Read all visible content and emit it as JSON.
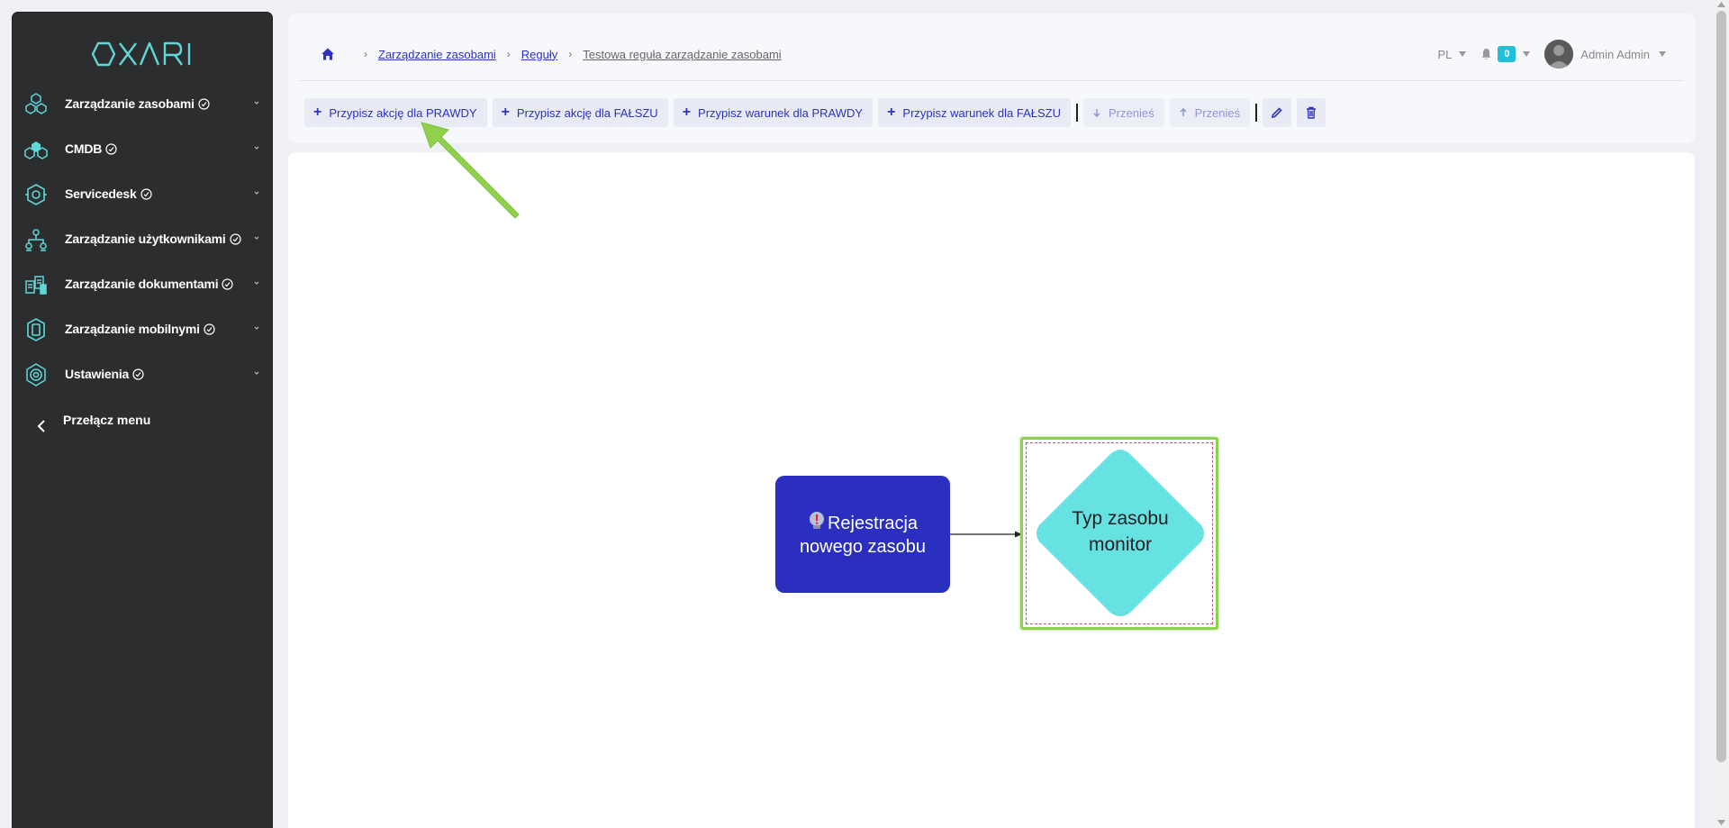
{
  "app": {
    "logo_text": "OXARI"
  },
  "sidebar": {
    "items": [
      {
        "label": "Zarządzanie zasobami",
        "icon": "hexagon-network-icon"
      },
      {
        "label": "CMDB",
        "icon": "cubes-icon"
      },
      {
        "label": "Servicedesk",
        "icon": "headset-icon"
      },
      {
        "label": "Zarządzanie użytkownikami",
        "icon": "users-tree-icon"
      },
      {
        "label": "Zarządzanie dokumentami",
        "icon": "documents-icon"
      },
      {
        "label": "Zarządzanie mobilnymi",
        "icon": "mobile-icon"
      },
      {
        "label": "Ustawienia",
        "icon": "gear-icon"
      }
    ],
    "toggle_label": "Przełącz menu"
  },
  "breadcrumb": {
    "items": [
      "Zarządzanie zasobami",
      "Reguły"
    ],
    "current": "Testowa reguła zarządzanie zasobami"
  },
  "topbar": {
    "language": "PL",
    "notifications_count": "0",
    "user_name": "Admin Admin"
  },
  "toolbar": {
    "assign_action_true": "Przypisz akcję dla PRAWDY",
    "assign_action_false": "Przypisz akcję dla FAŁSZU",
    "assign_condition_true": "Przypisz warunek dla PRAWDY",
    "assign_condition_false": "Przypisz warunek dla FAŁSZU",
    "move_down": "Przenieś",
    "move_up": "Przenieś"
  },
  "flow": {
    "start_node": {
      "line1": "Rejestracja",
      "line2": "nowego zasobu"
    },
    "condition_node": {
      "line1": "Typ zasobu",
      "line2": "monitor"
    }
  },
  "colors": {
    "sidebar_bg": "#2b2d2f",
    "accent_teal": "#5ed8d8",
    "primary_blue": "#2a33c4",
    "start_node": "#2a2fc0",
    "condition_node": "#66e2e2",
    "selection": "#8bd14a",
    "badge": "#1fc0d8"
  }
}
